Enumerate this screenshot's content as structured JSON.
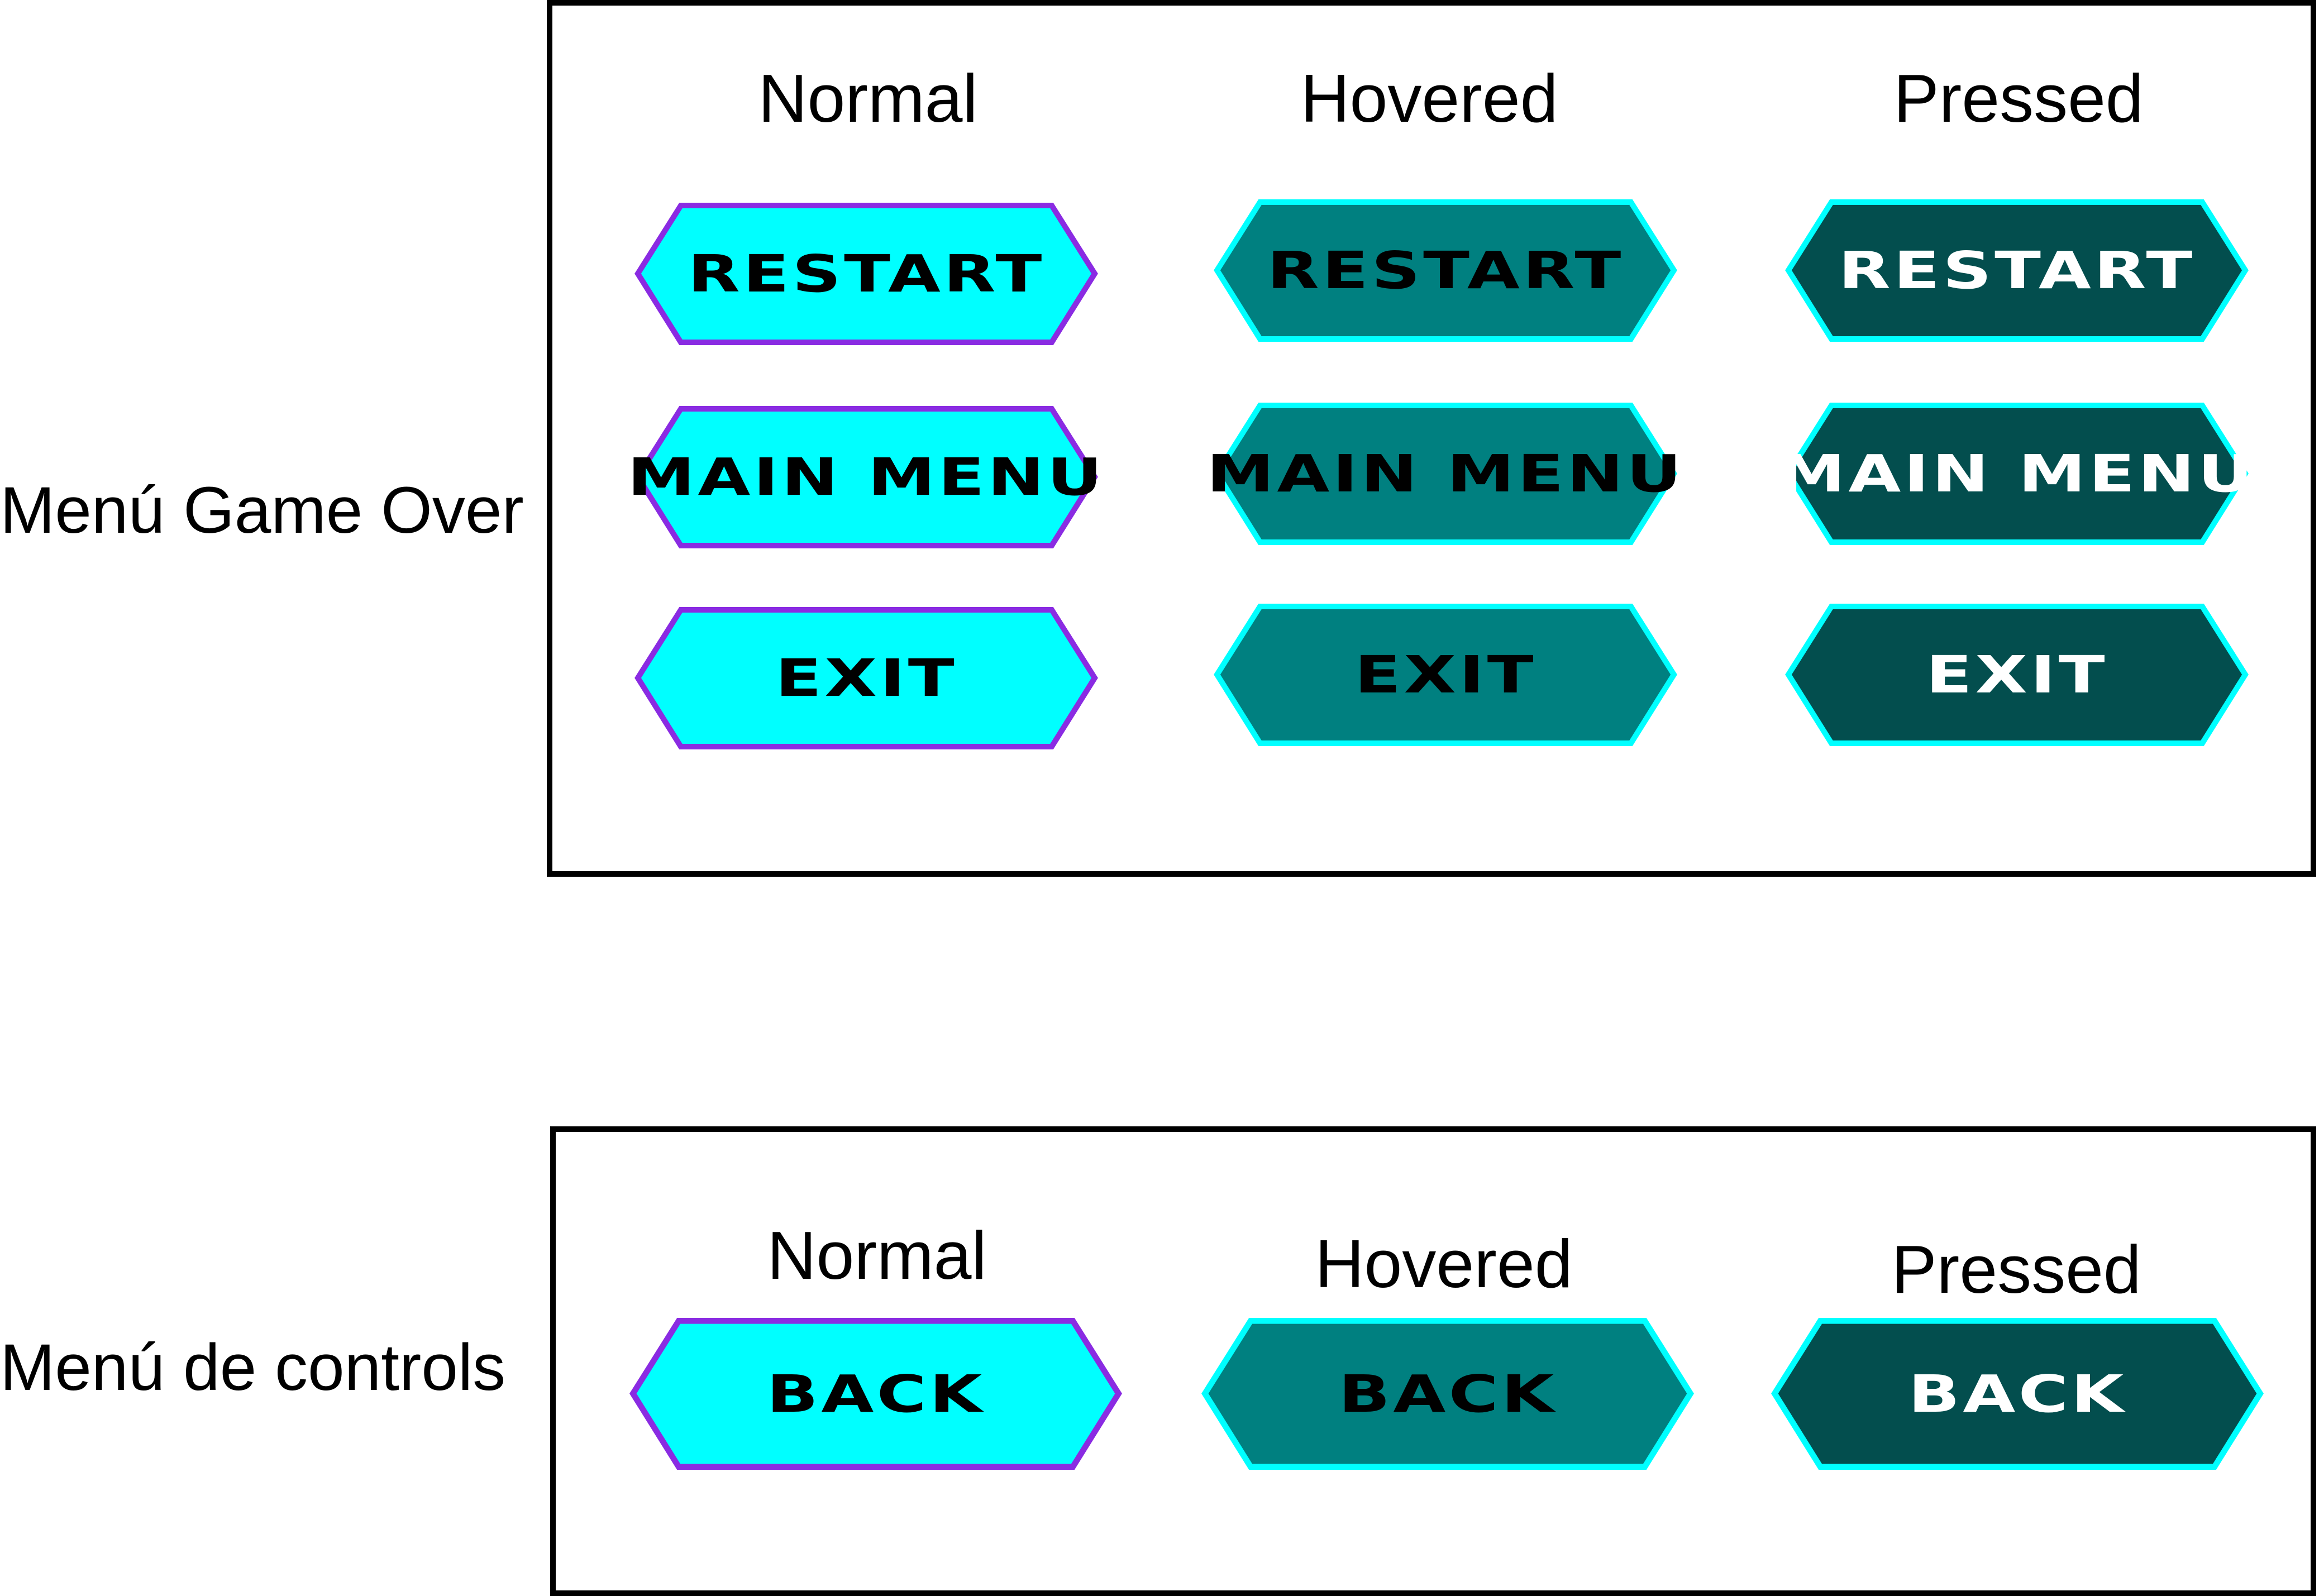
{
  "colors": {
    "normal_fill": "#00ffff",
    "normal_stroke": "#8a2be2",
    "normal_text": "#000000",
    "hovered_fill": "#008080",
    "hovered_stroke": "#00ffff",
    "hovered_text": "#000000",
    "pressed_fill": "#034e4e",
    "pressed_stroke": "#00ffff",
    "pressed_text": "#ffffff"
  },
  "game_over": {
    "label": "Menú Game Over",
    "headers": [
      "Normal",
      "Hovered",
      "Pressed"
    ],
    "rows": [
      "RESTART",
      "MAIN MENU",
      "EXIT"
    ]
  },
  "controls": {
    "label": "Menú de controls",
    "headers": [
      "Normal",
      "Hovered",
      "Pressed"
    ],
    "rows": [
      "BACK"
    ]
  }
}
